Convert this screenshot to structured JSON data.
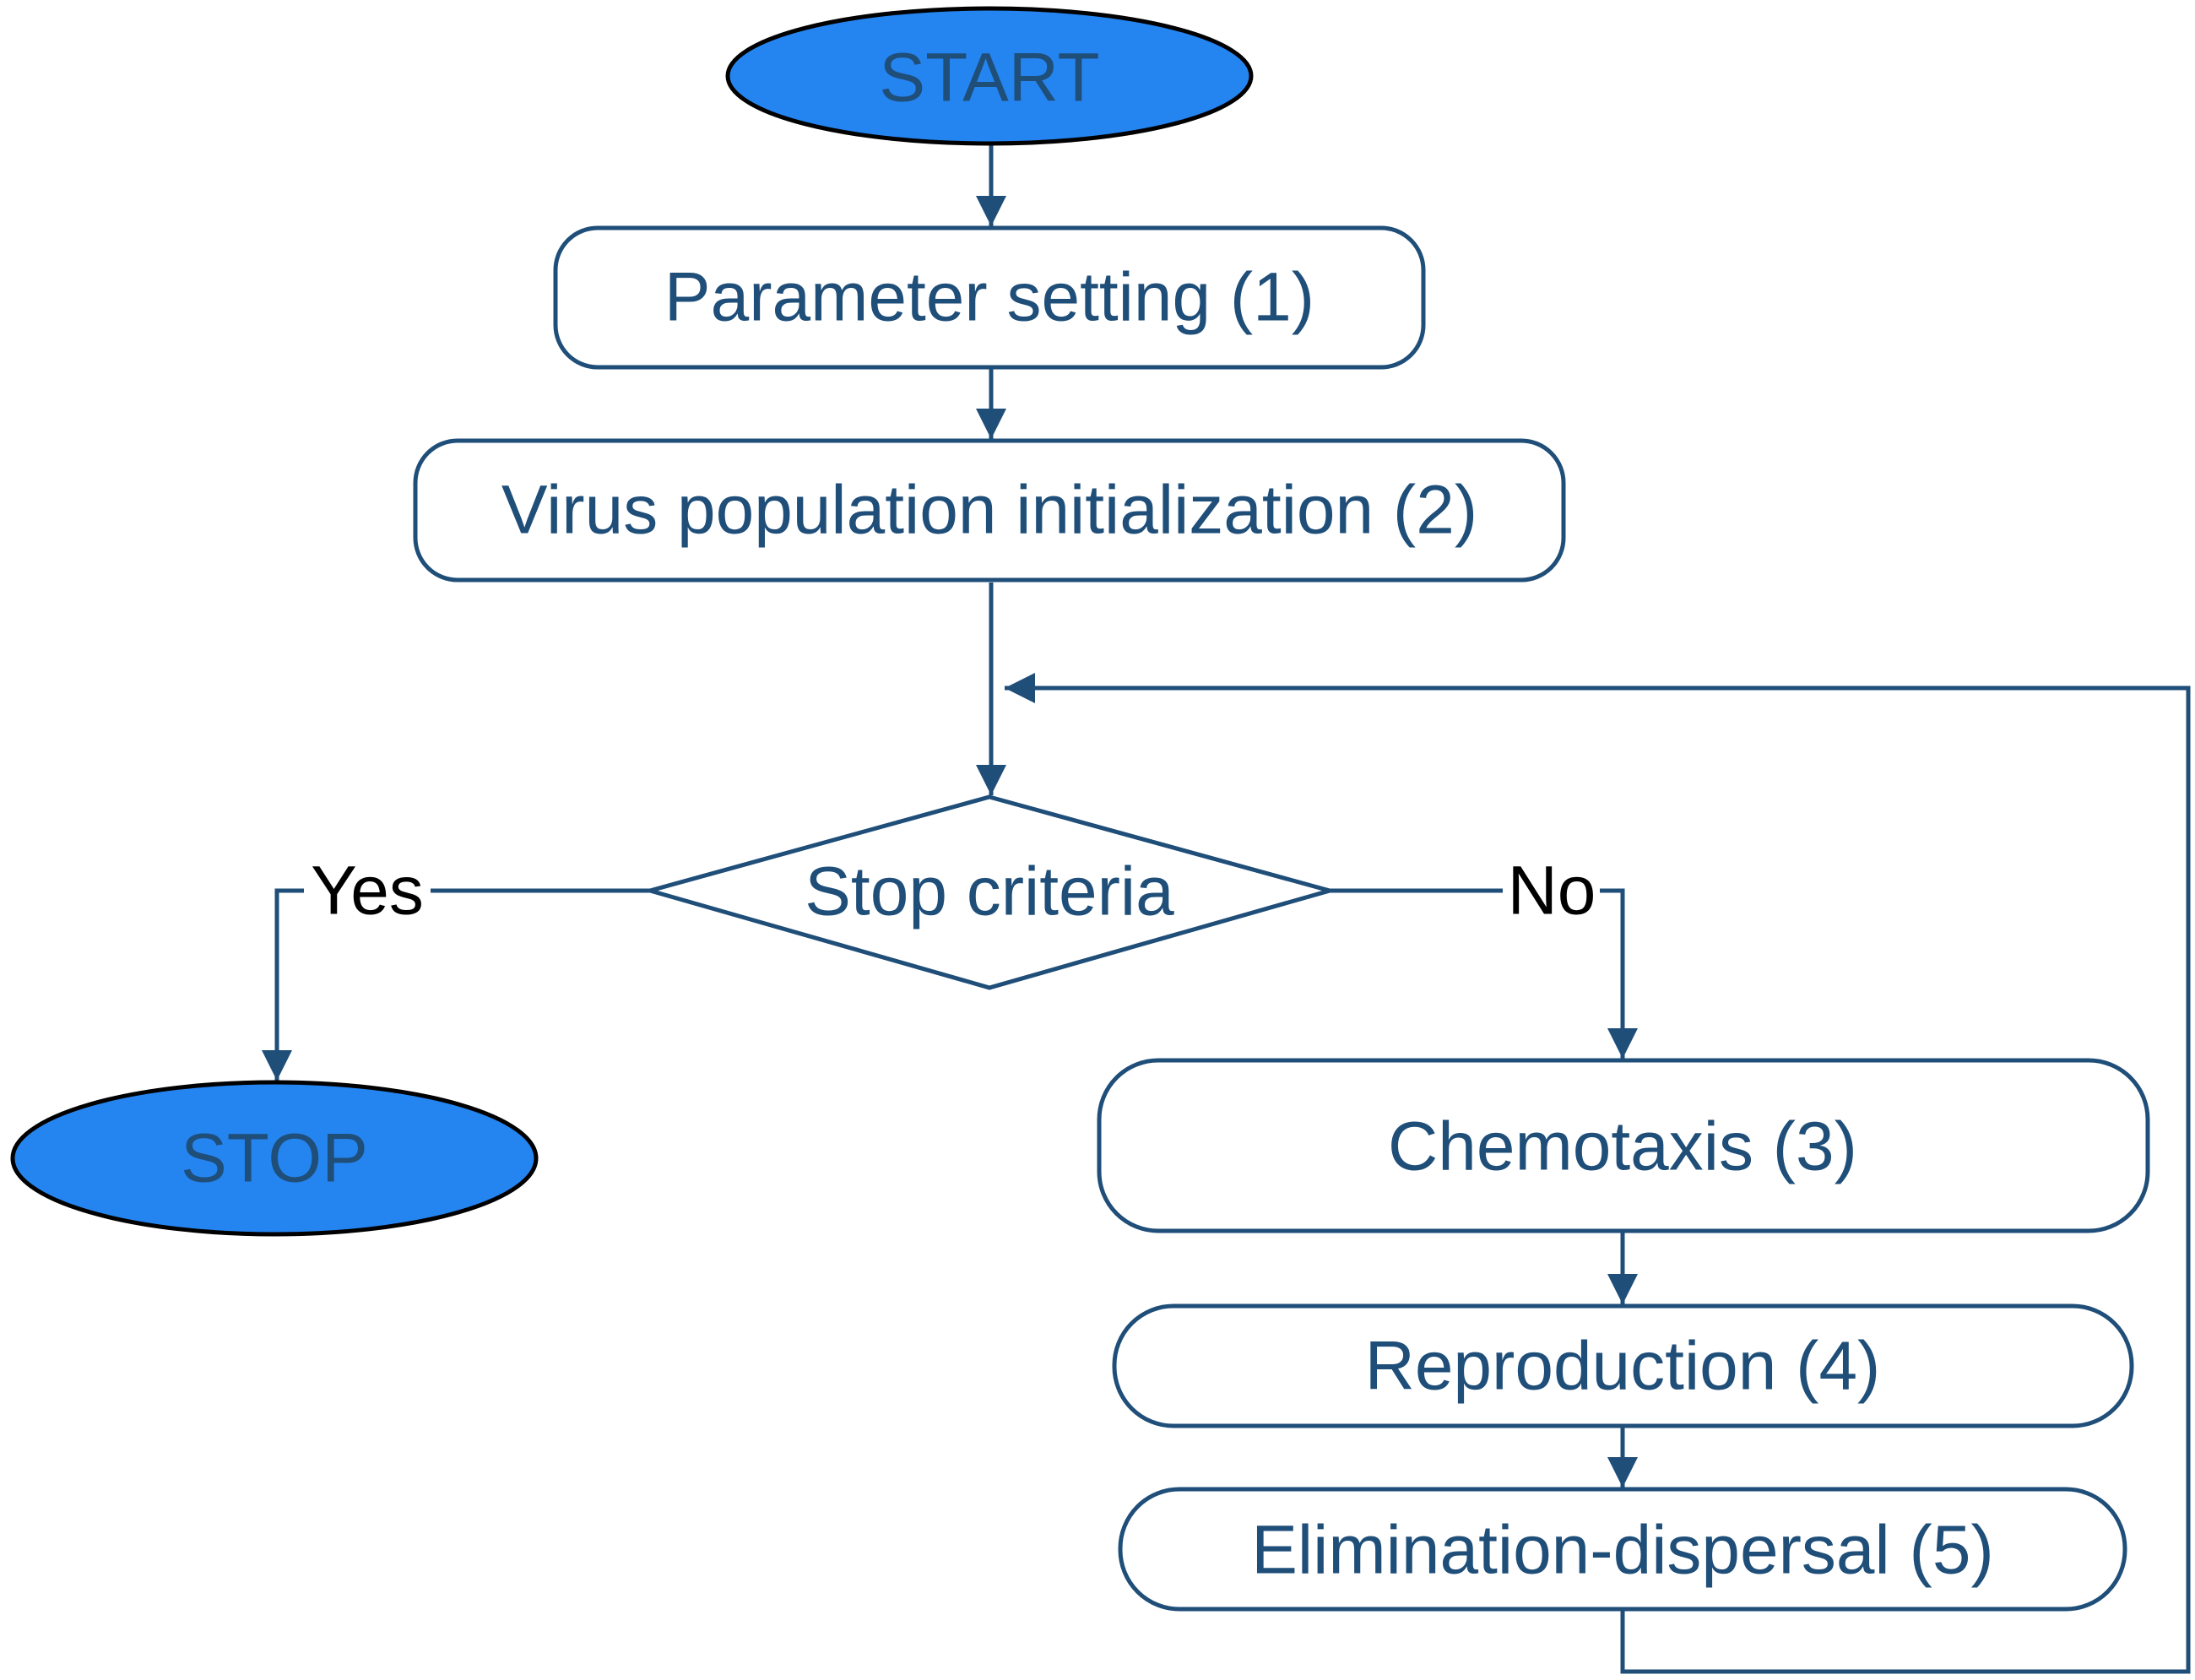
{
  "colors": {
    "line": "#1f4e79",
    "node_text": "#1f4e79",
    "terminal_fill": "#2585f0",
    "edge_label_text": "#000000"
  },
  "nodes": {
    "start": {
      "label": "START",
      "shape": "ellipse"
    },
    "parameter_setting": {
      "label": "Parameter setting (1)",
      "shape": "rounded-rectangle"
    },
    "virus_init": {
      "label": "Virus population initialization (2)",
      "shape": "rounded-rectangle"
    },
    "stop_criteria": {
      "label": "Stop criteria",
      "shape": "diamond"
    },
    "stop": {
      "label": "STOP",
      "shape": "ellipse"
    },
    "chemotaxis": {
      "label": "Chemotaxis (3)",
      "shape": "rounded-rectangle"
    },
    "reproduction": {
      "label": "Reproduction (4)",
      "shape": "rounded-rectangle"
    },
    "elimination": {
      "label": "Elimination-dispersal (5)",
      "shape": "rounded-rectangle"
    }
  },
  "edges": [
    {
      "from": "start",
      "to": "parameter_setting",
      "label": ""
    },
    {
      "from": "parameter_setting",
      "to": "virus_init",
      "label": ""
    },
    {
      "from": "virus_init",
      "to": "stop_criteria",
      "label": ""
    },
    {
      "from": "stop_criteria",
      "to": "stop",
      "label": "Yes"
    },
    {
      "from": "stop_criteria",
      "to": "chemotaxis",
      "label": "No"
    },
    {
      "from": "chemotaxis",
      "to": "reproduction",
      "label": ""
    },
    {
      "from": "reproduction",
      "to": "elimination",
      "label": ""
    },
    {
      "from": "elimination",
      "to": "stop_criteria",
      "label": ""
    }
  ],
  "edge_labels": {
    "yes": "Yes",
    "no": "No"
  }
}
